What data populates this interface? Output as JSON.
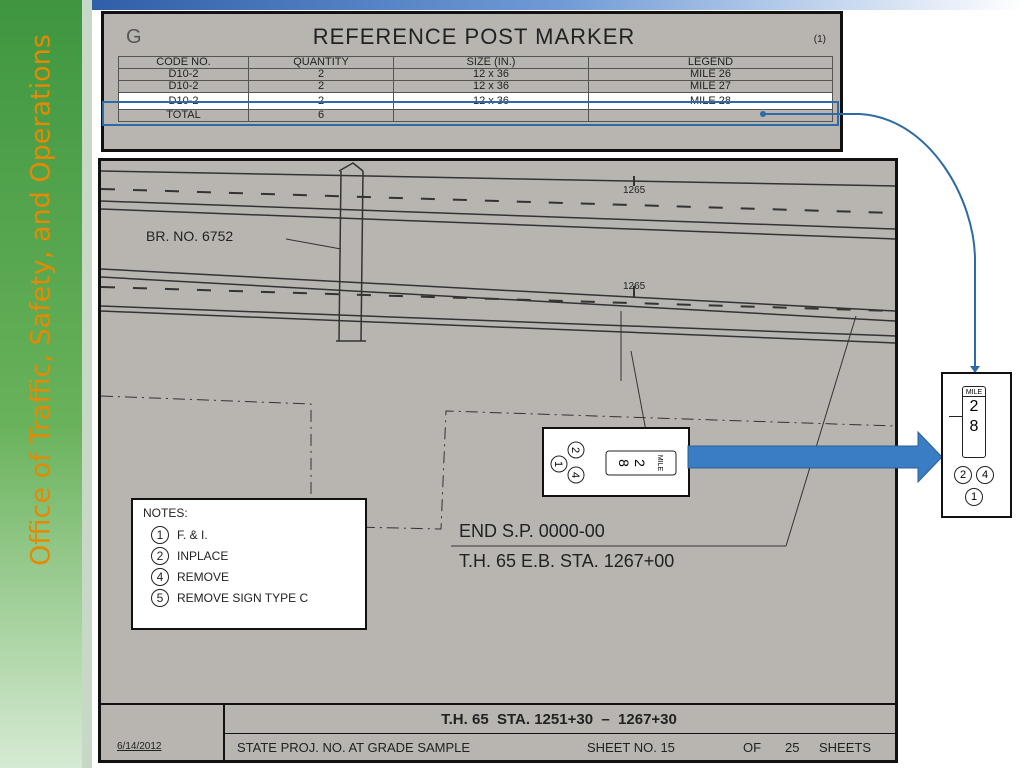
{
  "sidebar": {
    "title": "Office of Traffic, Safety, and Operations"
  },
  "table": {
    "corner": "G",
    "title": "REFERENCE POST MARKER",
    "page_ref": "(1)",
    "headers": [
      "CODE NO.",
      "QUANTITY",
      "SIZE (IN.)",
      "LEGEND"
    ],
    "rows": [
      [
        "D10-2",
        "2",
        "12 x 36",
        "MILE 26"
      ],
      [
        "D10-2",
        "2",
        "12 x 36",
        "MILE 27"
      ],
      [
        "D10-2",
        "2",
        "12 x 36",
        "MILE 28"
      ],
      [
        "TOTAL",
        "6",
        "",
        ""
      ]
    ]
  },
  "plan": {
    "bridge_label": "BR. NO. 6752",
    "station_1": "1265",
    "station_2": "1265",
    "end_line1": "END S.P. 0000-00",
    "end_line2": "T.H. 65 E.B. STA. 1267+00"
  },
  "notes": {
    "title": "NOTES:",
    "items": [
      {
        "num": "1",
        "text": "F. & I."
      },
      {
        "num": "2",
        "text": "INPLACE"
      },
      {
        "num": "4",
        "text": "REMOVE"
      },
      {
        "num": "5",
        "text": "REMOVE SIGN TYPE C"
      }
    ]
  },
  "marker": {
    "label": "MILE",
    "digit1": "2",
    "digit2": "8",
    "circles": [
      "2",
      "4",
      "1"
    ]
  },
  "titleblock": {
    "date": "6/14/2012",
    "station_range": "T.H. 65  STA. 1251+30  –  1267+30",
    "proj": "STATE PROJ. NO. AT GRADE SAMPLE",
    "sheet_no": "SHEET NO. 15",
    "of": "OF",
    "total": "25",
    "sheets": "SHEETS"
  }
}
